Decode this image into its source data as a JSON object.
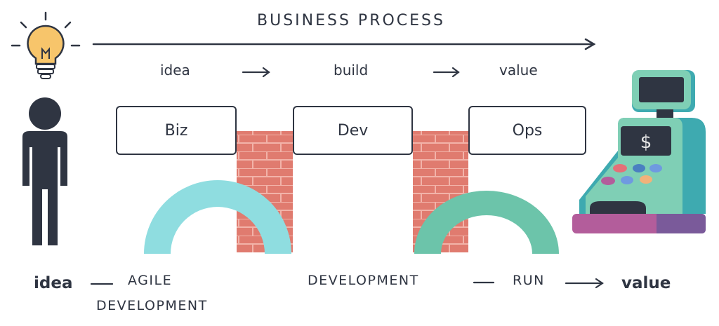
{
  "header": {
    "title": "BUSINESS PROCESS"
  },
  "flow_steps": [
    "idea",
    "build",
    "value"
  ],
  "stages": [
    "Biz",
    "Dev",
    "Ops"
  ],
  "bottom": {
    "start": "idea",
    "agile_line1": "AGILE",
    "agile_line2": "DEVELOPMENT",
    "development": "DEVELOPMENT",
    "run": "RUN",
    "end": "value"
  },
  "register": {
    "symbol": "$"
  },
  "colors": {
    "ink": "#2f3542",
    "brick": "#e07b6f",
    "cyan_arch": "#8fdde0",
    "teal_arch": "#6cc4aa",
    "register": "#7fcfb5",
    "register_side": "#3eaab0",
    "base": "#b35d9b"
  }
}
